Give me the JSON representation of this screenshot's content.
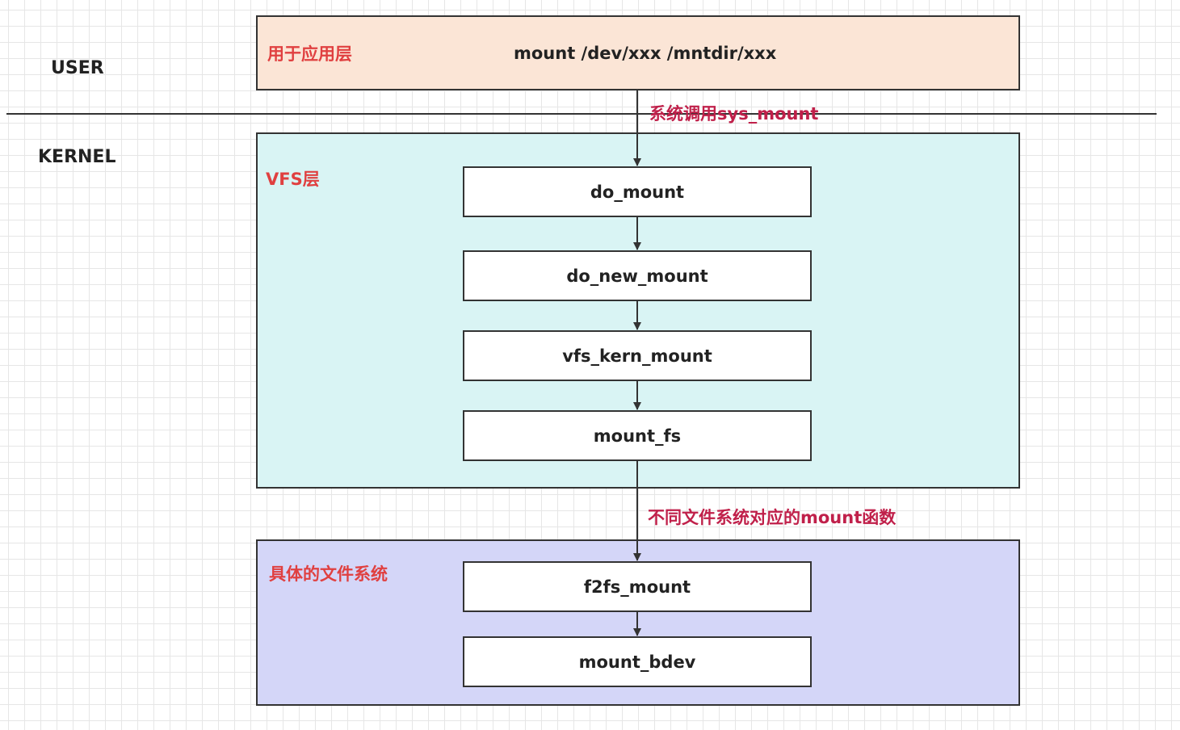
{
  "zones": {
    "user_label": "USER",
    "kernel_label": "KERNEL"
  },
  "user_layer": {
    "label": "用于应用层",
    "command": "mount /dev/xxx /mntdir/xxx",
    "color": "#fbe5d6"
  },
  "syscall_note": "系统调用sys_mount",
  "vfs_layer": {
    "label": "VFS层",
    "color": "#d9f4f4",
    "functions": [
      "do_mount",
      "do_new_mount",
      "vfs_kern_mount",
      "mount_fs"
    ]
  },
  "fs_note": "不同文件系统对应的mount函数",
  "fs_layer": {
    "label": "具体的文件系统",
    "color": "#d4d6f8",
    "functions": [
      "f2fs_mount",
      "mount_bdev"
    ]
  },
  "colors": {
    "layer_label": "#e04040",
    "note": "#c0204a",
    "stroke": "#333333"
  }
}
